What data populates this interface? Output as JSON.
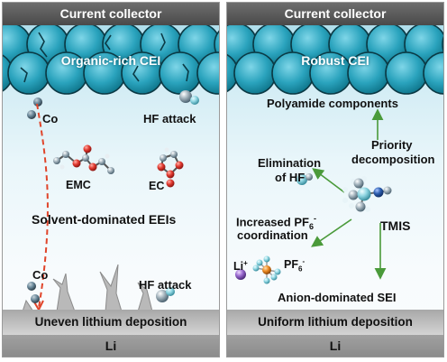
{
  "left_panel": {
    "collector": "Current collector",
    "cei": "Organic-rich CEI",
    "co_top": "Co",
    "hf_top": "HF attack",
    "emc": "EMC",
    "ec": "EC",
    "eels": "Solvent-dominated EEIs",
    "co_bottom": "Co",
    "hf_bottom": "HF attack",
    "deposition": "Uneven lithium deposition",
    "li": "Li"
  },
  "right_panel": {
    "collector": "Current collector",
    "cei": "Robust CEI",
    "polyamide": "Polyamide components",
    "priority": "Priority",
    "decomposition": "decomposition",
    "elimination": "Elimination",
    "of_hf": "of HF",
    "increased": "Increased PF",
    "increased_sub": "6",
    "increased_sup": "-",
    "coordination": "coordination",
    "tmis": "TMIS",
    "li_ion": "Li",
    "li_sup": "+",
    "pf6": "PF",
    "pf6_sub": "6",
    "pf6_sup": "-",
    "sei": "Anion-dominated SEI",
    "deposition": "Uniform lithium deposition",
    "li": "Li"
  },
  "colors": {
    "cei_particle": "#2aa3bd",
    "electrolyte_top": "#9fd8e8",
    "arrow_green": "#4a9a3a",
    "arrow_red": "#e0452b",
    "co_atom": "#6c8a9c",
    "oxygen": "#d9302c",
    "nitrogen": "#2d5fb0",
    "li_ion": "#9a6ad0",
    "pf6_center": "#ee8a22"
  }
}
